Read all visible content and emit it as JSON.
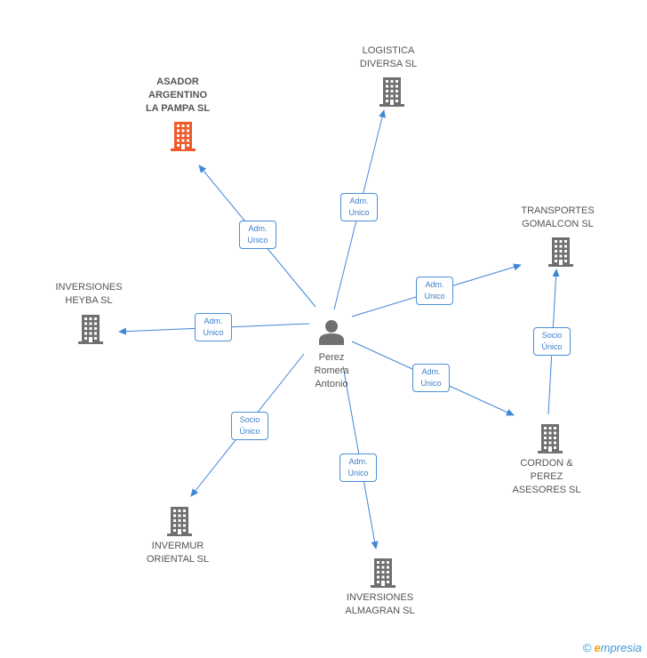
{
  "colors": {
    "edge": "#3f86d6",
    "building": "#707070",
    "building_highlight": "#f05a28",
    "badge_text": "#3c7fc9"
  },
  "center": {
    "name": "Perez\nRomera\nAntonio",
    "icon": "person-icon"
  },
  "companies": [
    {
      "id": "asador",
      "name": "ASADOR\nARGENTINO\nLA PAMPA SL",
      "highlight": true,
      "icon": "building-icon"
    },
    {
      "id": "logistica",
      "name": "LOGISTICA\nDIVERSA SL",
      "highlight": false,
      "icon": "building-icon"
    },
    {
      "id": "transportes",
      "name": "TRANSPORTES\nGOMALCON SL",
      "highlight": false,
      "icon": "building-icon"
    },
    {
      "id": "heyba",
      "name": "INVERSIONES\nHEYBA SL",
      "highlight": false,
      "icon": "building-icon"
    },
    {
      "id": "cordon",
      "name": "CORDON &\nPEREZ\nASESORES SL",
      "highlight": false,
      "icon": "building-icon"
    },
    {
      "id": "invermur",
      "name": "INVERMUR\nORIENTAL SL",
      "highlight": false,
      "icon": "building-icon"
    },
    {
      "id": "almagran",
      "name": "INVERSIONES\nALMAGRAN SL",
      "highlight": false,
      "icon": "building-icon"
    }
  ],
  "relations": [
    {
      "from": "center",
      "to": "asador",
      "label": "Adm.\nUnico"
    },
    {
      "from": "center",
      "to": "logistica",
      "label": "Adm.\nUnico"
    },
    {
      "from": "center",
      "to": "transportes",
      "label": "Adm.\nUnico"
    },
    {
      "from": "center",
      "to": "heyba",
      "label": "Adm.\nUnico"
    },
    {
      "from": "center",
      "to": "cordon",
      "label": "Adm.\nUnico"
    },
    {
      "from": "center",
      "to": "invermur",
      "label": "Socio\nÚnico"
    },
    {
      "from": "center",
      "to": "almagran",
      "label": "Adm.\nUnico"
    },
    {
      "from": "cordon",
      "to": "transportes",
      "label": "Socio\nÚnico"
    }
  ],
  "footer": {
    "copyright": "©",
    "brand_initial": "e",
    "brand_rest": "mpresia"
  }
}
